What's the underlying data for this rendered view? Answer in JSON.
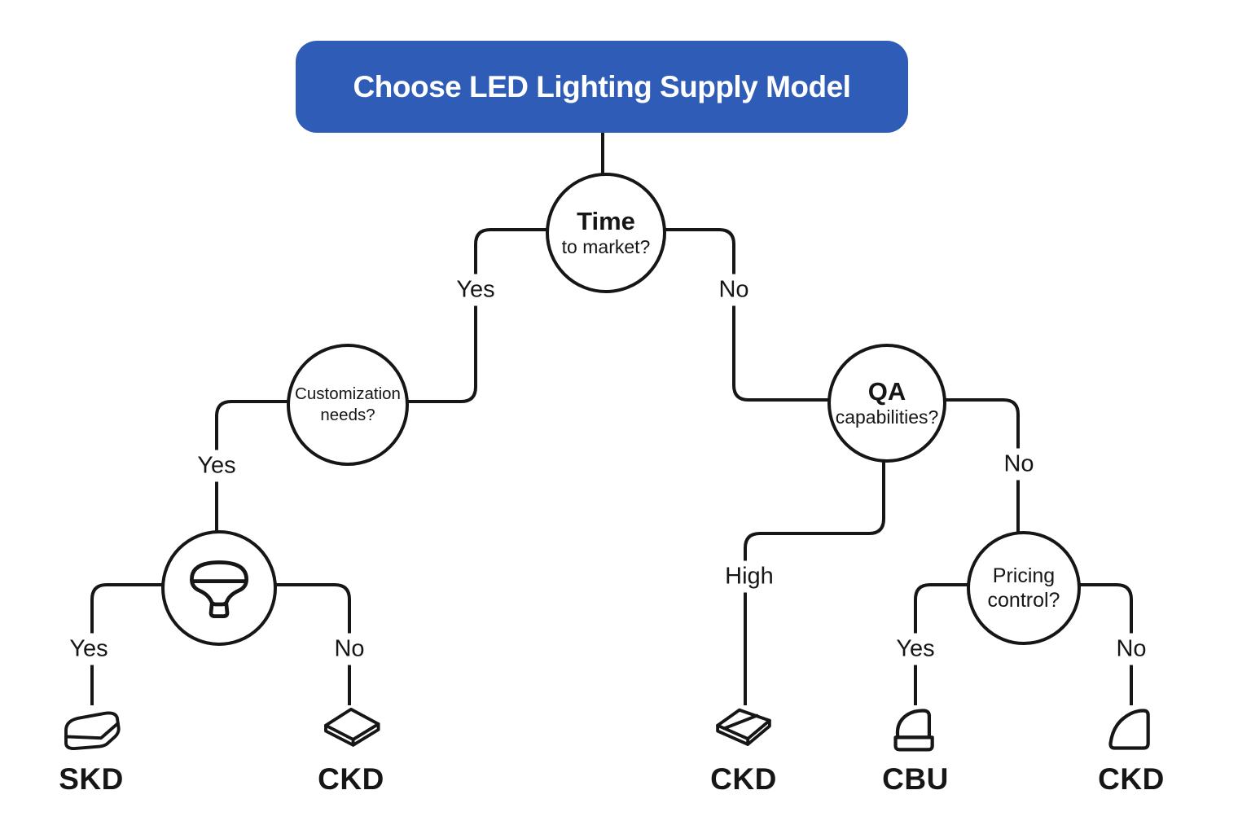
{
  "diagram": {
    "title": "Choose LED Lighting Supply Model",
    "accent_color": "#2e5cb7",
    "line_color": "#161616",
    "background_color": "#ffffff",
    "nodes": {
      "time": {
        "line1": "Time",
        "line2": "to market?"
      },
      "customization": {
        "line1": "Customization",
        "line2": "needs?"
      },
      "qa": {
        "line1": "QA",
        "line2": "capabilities?"
      },
      "bulb": {
        "icon": "led-bulb-icon"
      },
      "pricing": {
        "line1": "Pricing",
        "line2": "control?"
      }
    },
    "branches": {
      "time_yes": "Yes",
      "time_no": "No",
      "customization_yes": "Yes",
      "bulb_yes": "Yes",
      "bulb_no": "No",
      "qa_high": "High",
      "qa_no": "No",
      "pricing_yes": "Yes",
      "pricing_no": "No"
    },
    "leaves": [
      {
        "label": "SKD",
        "icon": "rounded-box-3d-icon"
      },
      {
        "label": "CKD",
        "icon": "flat-diamond-slab-icon"
      },
      {
        "label": "CKD",
        "icon": "tilted-slab-3d-icon"
      },
      {
        "label": "CBU",
        "icon": "wedge-on-base-icon"
      },
      {
        "label": "CKD",
        "icon": "wedge-3d-icon"
      }
    ]
  }
}
